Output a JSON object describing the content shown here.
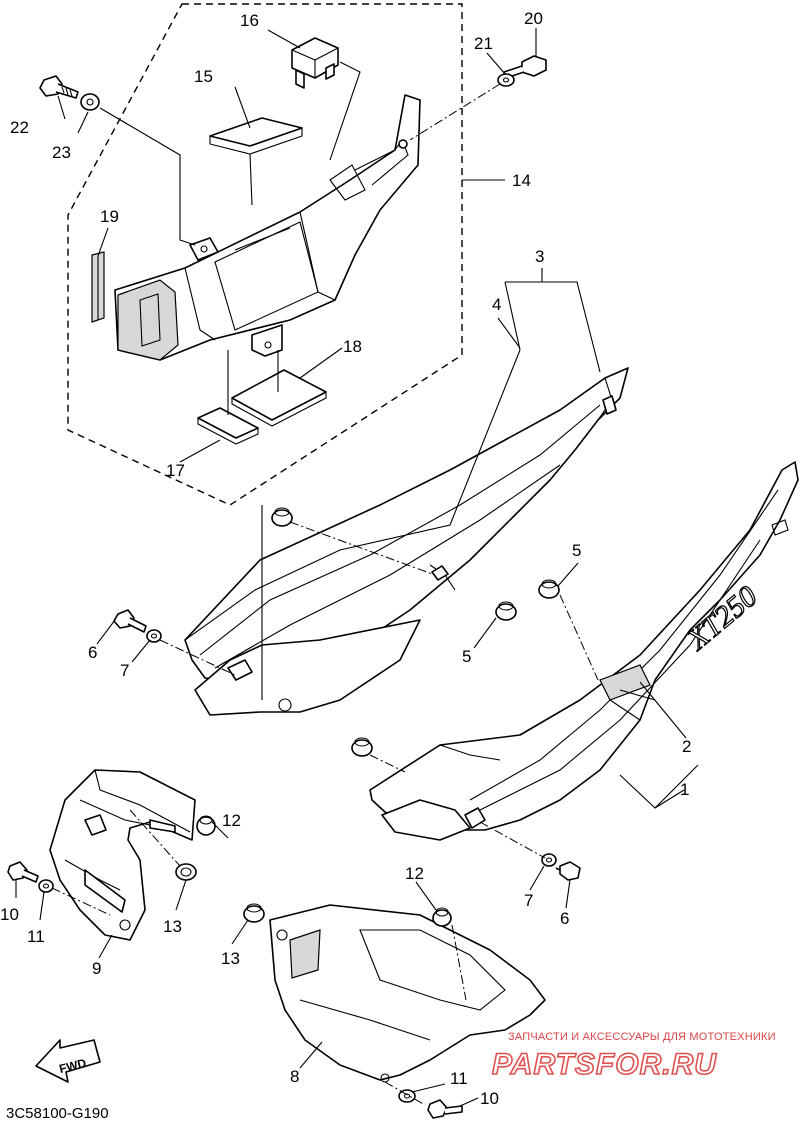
{
  "diagram": {
    "code": "3C58100-G190",
    "direction_label": "FWD",
    "decal_text": "XT250",
    "callouts": [
      {
        "id": "c1",
        "text": "1"
      },
      {
        "id": "c2",
        "text": "2"
      },
      {
        "id": "c3",
        "text": "3"
      },
      {
        "id": "c4",
        "text": "4"
      },
      {
        "id": "c5a",
        "text": "5"
      },
      {
        "id": "c5b",
        "text": "5"
      },
      {
        "id": "c6a",
        "text": "6"
      },
      {
        "id": "c6b",
        "text": "6"
      },
      {
        "id": "c7a",
        "text": "7"
      },
      {
        "id": "c7b",
        "text": "7"
      },
      {
        "id": "c8",
        "text": "8"
      },
      {
        "id": "c9",
        "text": "9"
      },
      {
        "id": "c10a",
        "text": "10"
      },
      {
        "id": "c10b",
        "text": "10"
      },
      {
        "id": "c11a",
        "text": "11"
      },
      {
        "id": "c11b",
        "text": "11"
      },
      {
        "id": "c12a",
        "text": "12"
      },
      {
        "id": "c12b",
        "text": "12"
      },
      {
        "id": "c13a",
        "text": "13"
      },
      {
        "id": "c13b",
        "text": "13"
      },
      {
        "id": "c14",
        "text": "14"
      },
      {
        "id": "c15",
        "text": "15"
      },
      {
        "id": "c16",
        "text": "16"
      },
      {
        "id": "c17",
        "text": "17"
      },
      {
        "id": "c18",
        "text": "18"
      },
      {
        "id": "c19",
        "text": "19"
      },
      {
        "id": "c20",
        "text": "20"
      },
      {
        "id": "c21",
        "text": "21"
      },
      {
        "id": "c22",
        "text": "22"
      },
      {
        "id": "c23",
        "text": "23"
      }
    ]
  },
  "watermark": {
    "tagline": "ЗАПЧАСТИ И АКСЕССУАРЫ ДЛЯ МОТОТЕХНИКИ",
    "brand": "PARTSFOR.RU"
  }
}
